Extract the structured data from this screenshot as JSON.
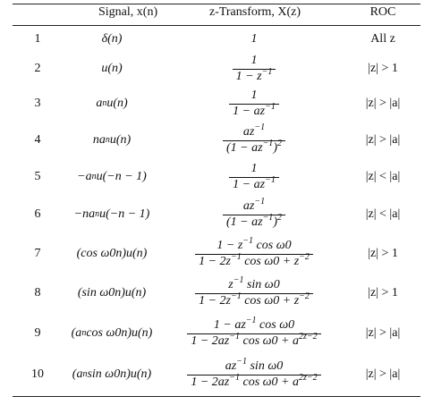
{
  "header": {
    "signal": "Signal, x(n)",
    "transform": "z-Transform, X(z)",
    "roc": "ROC"
  },
  "rows": [
    {
      "num": "1",
      "signal": "δ(n)",
      "xf_num": "1",
      "xf_den": "",
      "roc": "All z"
    },
    {
      "num": "2",
      "signal": "u(n)",
      "xf_num": "1",
      "xf_den": "1 − z^−1",
      "roc": "|z| > 1"
    },
    {
      "num": "3",
      "signal": "a^n u(n)",
      "xf_num": "1",
      "xf_den": "1 − az^−1",
      "roc": "|z| > |a|"
    },
    {
      "num": "4",
      "signal": "na^n u(n)",
      "xf_num": "az^−1",
      "xf_den": "(1 − az^−1)^2",
      "roc": "|z| > |a|"
    },
    {
      "num": "5",
      "signal": "−a^n u(−n − 1)",
      "xf_num": "1",
      "xf_den": "1 − az^−1",
      "roc": "|z| < |a|"
    },
    {
      "num": "6",
      "signal": "−na^n u(−n − 1)",
      "xf_num": "az^−1",
      "xf_den": "(1 − az^−1)^2",
      "roc": "|z| < |a|"
    },
    {
      "num": "7",
      "signal": "(cos ω0n)u(n)",
      "xf_num": "1 − z^−1 cos ω0",
      "xf_den": "1 − 2z^−1 cos ω0 + z^−2",
      "roc": "|z| > 1"
    },
    {
      "num": "8",
      "signal": "(sin ω0n)u(n)",
      "xf_num": "z^−1 sin ω0",
      "xf_den": "1 − 2z^−1 cos ω0 + z^−2",
      "roc": "|z| > 1"
    },
    {
      "num": "9",
      "signal": "(a^n cos ω0n)u(n)",
      "xf_num": "1 − az^−1 cos ω0",
      "xf_den": "1 − 2az^−1 cos ω0 + a^2z^−2",
      "roc": "|z| > |a|"
    },
    {
      "num": "10",
      "signal": "(a^n sin ω0n)u(n)",
      "xf_num": "az^−1 sin ω0",
      "xf_den": "1 − 2az^−1 cos ω0 + a^2z^−2",
      "roc": "|z| > |a|"
    }
  ]
}
